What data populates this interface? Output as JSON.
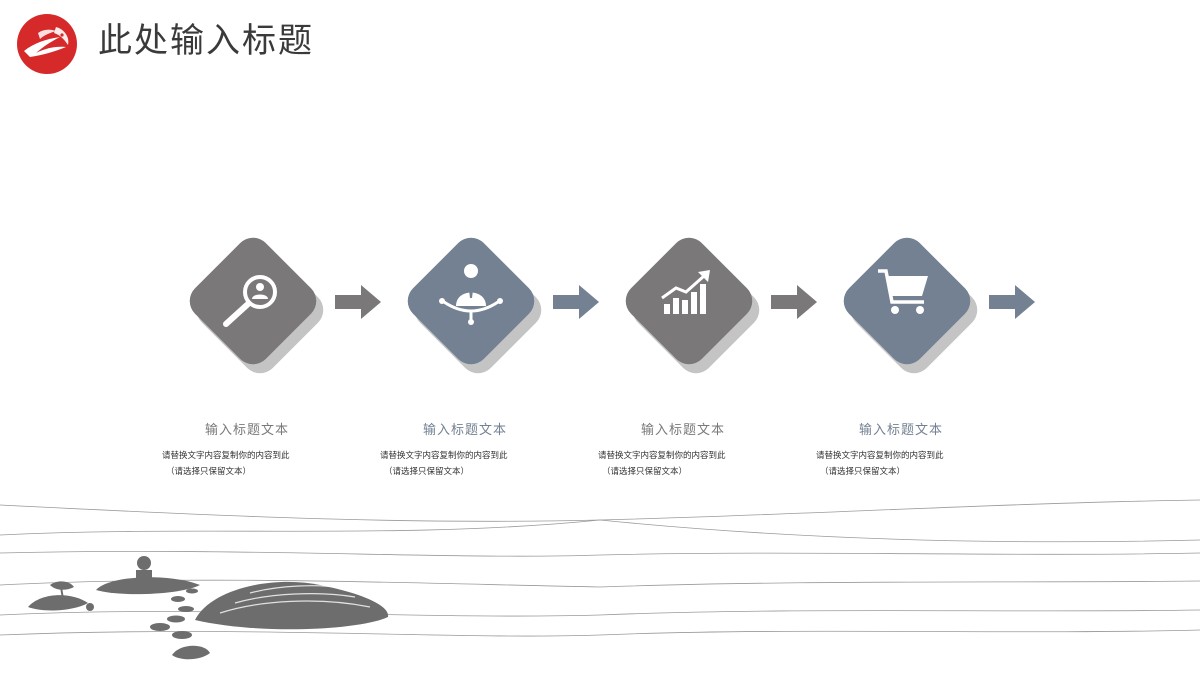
{
  "header": {
    "title": "此处输入标题"
  },
  "colors": {
    "gray": "#7b7879",
    "slate": "#738193",
    "shadow": "#c4c4c4",
    "logo_red": "#d62a2a"
  },
  "steps": [
    {
      "icon": "magnifier-person-icon",
      "color": "#7b7879",
      "title": "输入标题文本",
      "body_line1": "请替换文字内容复制你的内容到此",
      "body_line2": "（请选择只保留文本）"
    },
    {
      "icon": "person-presenter-icon",
      "color": "#738193",
      "title": "输入标题文本",
      "body_line1": "请替换文字内容复制你的内容到此",
      "body_line2": "（请选择只保留文本）"
    },
    {
      "icon": "growth-chart-icon",
      "color": "#7b7879",
      "title": "输入标题文本",
      "body_line1": "请替换文字内容复制你的内容到此",
      "body_line2": "（请选择只保留文本）"
    },
    {
      "icon": "shopping-cart-icon",
      "color": "#738193",
      "title": "输入标题文本",
      "body_line1": "请替换文字内容复制你的内容到此",
      "body_line2": "（请选择只保留文本）"
    }
  ],
  "decorations": {
    "logo": "red-crane-logo",
    "arrow": "right-arrow-icon",
    "landscape": "ink-landscape-illustration"
  }
}
